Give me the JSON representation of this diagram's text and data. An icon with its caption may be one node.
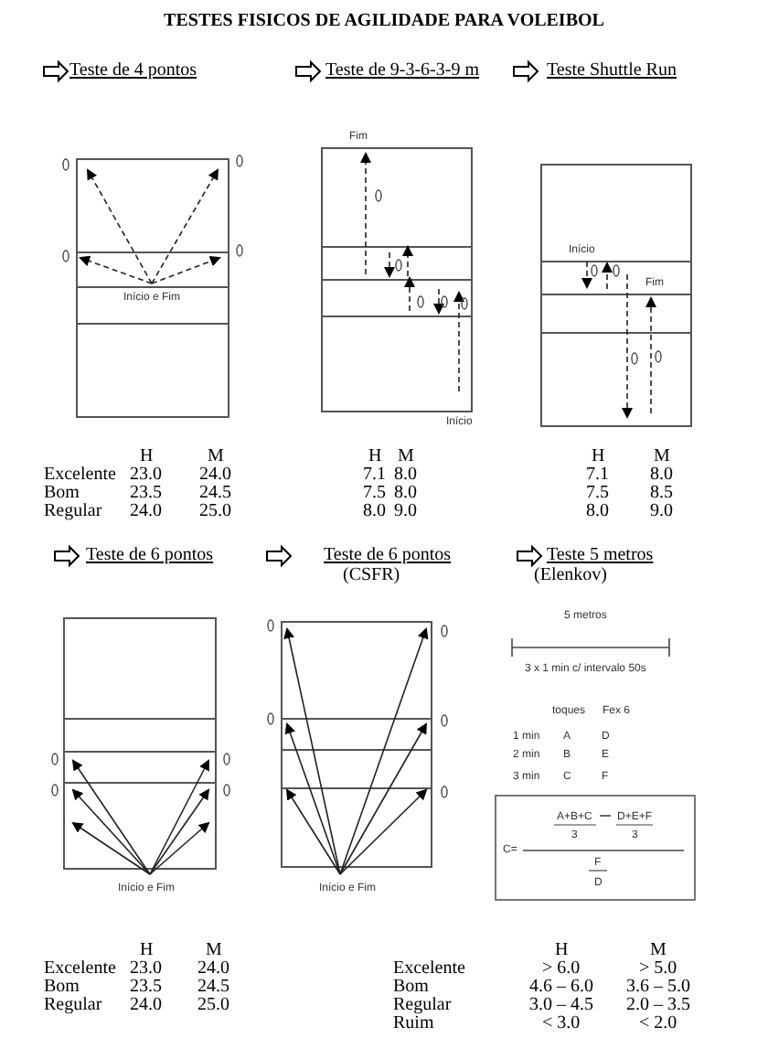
{
  "diagram": {
    "title": "TESTES FISICOS DE AGILIDADE PARA VOLEIBOL",
    "labels": [
      "Teste de 4 pontos",
      "Teste de 9-3-6-3-9 m",
      "Teste Shuttle Run",
      "Fim",
      "Início e Fim",
      "Início",
      "Fim",
      "Início",
      "H",
      "M",
      "Excelente",
      "23.0",
      "24.0",
      "Bom",
      "23.5",
      "24.5",
      "Regular",
      "24.0",
      "25.0",
      "H",
      "M",
      "7.1",
      "8.0",
      "7.5",
      "8.0",
      "8.0",
      "9.0",
      "H",
      "M",
      "7.1",
      "8.0",
      "7.5",
      "8.5",
      "8.0",
      "9.0",
      "Teste de 6 pontos",
      "Teste de 6 pontos",
      "(CSFR)",
      "Teste 5 metros",
      "(Elenkov)",
      "5 metros",
      "3 x 1 min c/ intervalo 50s",
      "toques",
      "Fex 6",
      "1 min",
      "A",
      "D",
      "2 min",
      "B",
      "E",
      "3 min",
      "C",
      "F",
      "C=",
      "A+B+C",
      "D+E+F",
      "3",
      "3",
      "F",
      "D",
      "Início e Fim",
      "Início e Fim",
      "H",
      "M",
      "Excelente",
      "23.0",
      "24.0",
      "Bom",
      "23.5",
      "24.5",
      "Regular",
      "24.0",
      "25.0",
      "H",
      "M",
      "Excelente",
      "> 6.0",
      "> 5.0",
      "Bom",
      "4.6 – 6.0",
      "3.6 – 5.0",
      "Regular",
      "3.0 – 4.5",
      "2.0 – 3.5",
      "Ruim",
      "< 3.0",
      "< 2.0"
    ]
  }
}
